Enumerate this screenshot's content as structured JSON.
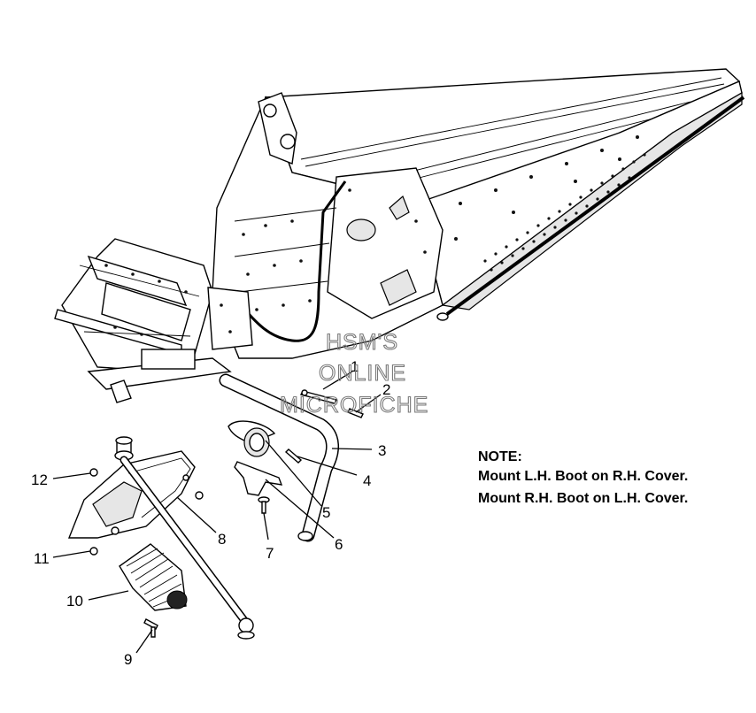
{
  "callouts": [
    {
      "id": "1",
      "label": "1"
    },
    {
      "id": "2",
      "label": "2"
    },
    {
      "id": "3",
      "label": "3"
    },
    {
      "id": "4",
      "label": "4"
    },
    {
      "id": "5",
      "label": "5"
    },
    {
      "id": "6",
      "label": "6"
    },
    {
      "id": "7",
      "label": "7"
    },
    {
      "id": "8",
      "label": "8"
    },
    {
      "id": "9",
      "label": "9"
    },
    {
      "id": "10",
      "label": "10"
    },
    {
      "id": "11",
      "label": "11"
    },
    {
      "id": "12",
      "label": "12"
    }
  ],
  "note": {
    "heading": "NOTE:",
    "line1": "Mount L.H. Boot on R.H. Cover.",
    "line2": "Mount R.H. Boot on L.H. Cover."
  },
  "watermark": {
    "line1": "HSM'S",
    "line2": "ONLINE",
    "line3": "MICROFICHE"
  }
}
